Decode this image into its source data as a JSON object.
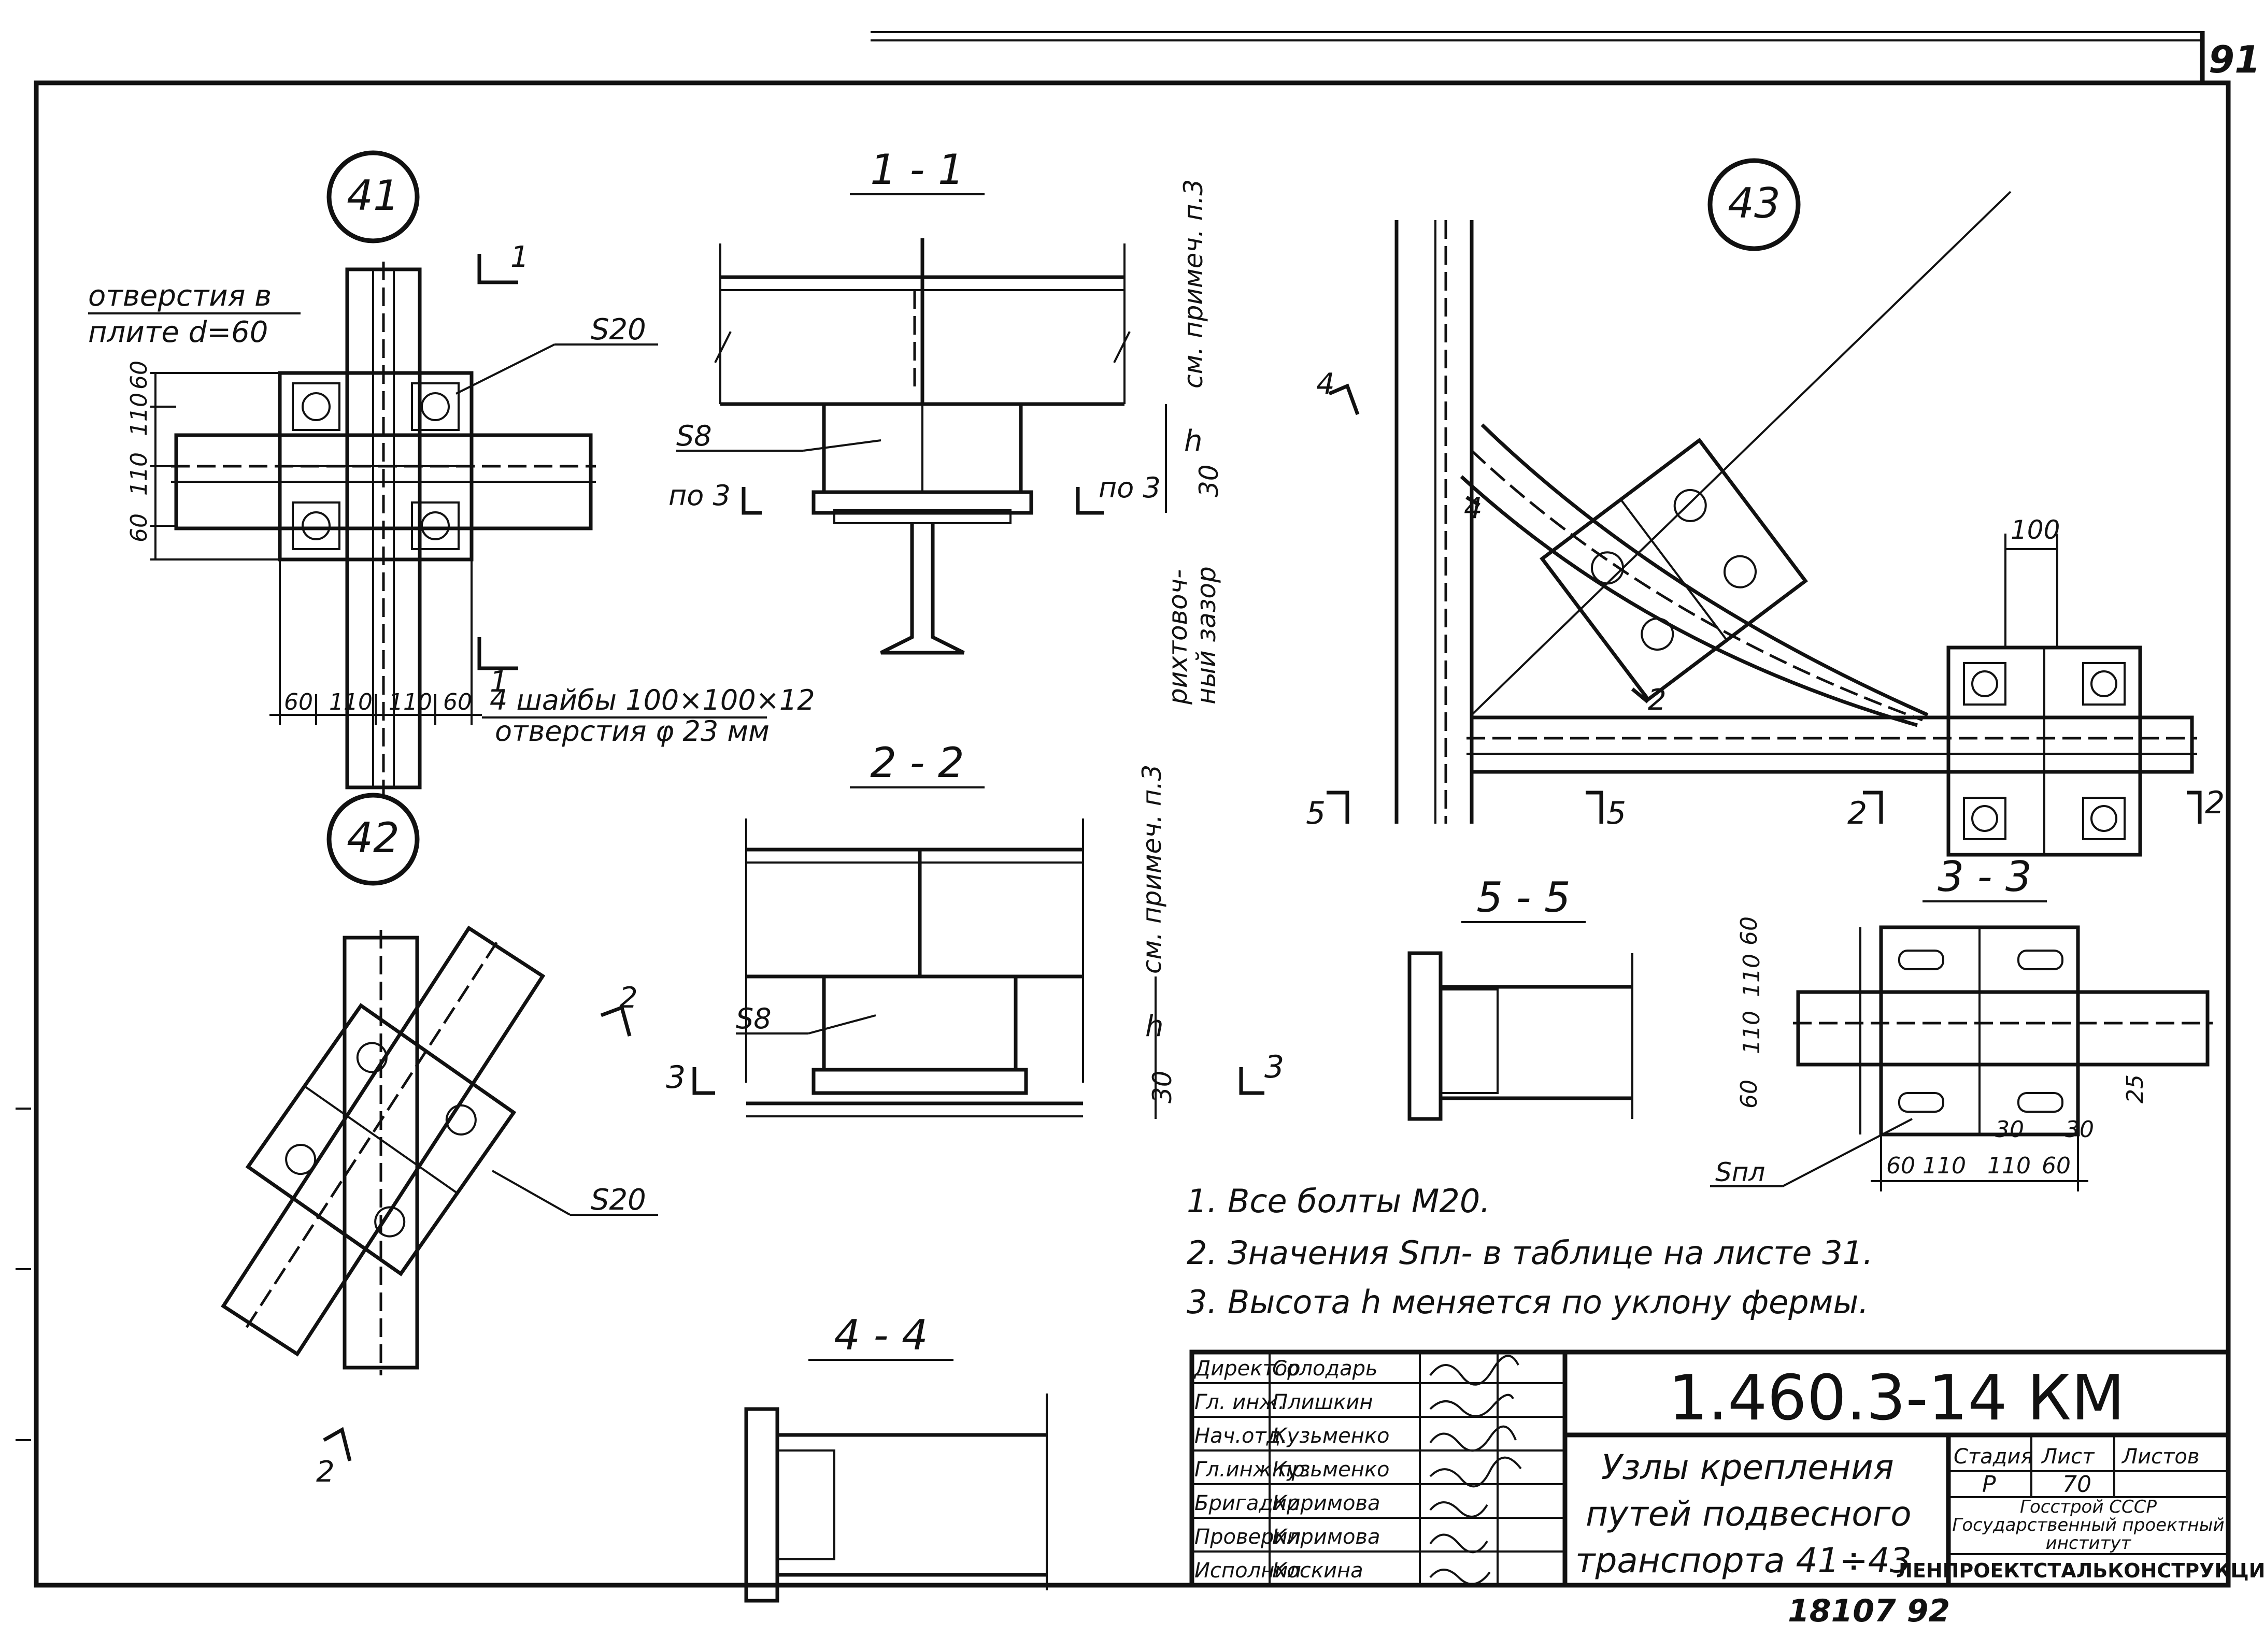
{
  "sheet": {
    "corner_number": "91",
    "bottom_stamp": "18107   92"
  },
  "title_block": {
    "doc_number": "1.460.3-14 КМ",
    "title_lines": [
      "Узлы крепления",
      "путей подвесного",
      "транспорта 41÷43"
    ],
    "stage_label": "Стадия",
    "sheet_label": "Лист",
    "sheets_label": "Листов",
    "stage_value": "Р",
    "sheet_value": "70",
    "org_lines": [
      "Госстрой СССР",
      "Государственный проектный",
      "институт"
    ],
    "org_name": "ЛЕНПРОЕКТСТАЛЬКОНСТРУКЦИЯ",
    "signatures": [
      {
        "role": "Директор",
        "name": "Солодарь"
      },
      {
        "role": "Гл. инж.",
        "name": "Плишкин"
      },
      {
        "role": "Нач.отд.",
        "name": "Кузьменко"
      },
      {
        "role": "Гл.инж.пр.",
        "name": "Кузьменко"
      },
      {
        "role": "Бригадир",
        "name": "Киримова"
      },
      {
        "role": "Проверил",
        "name": "Киримова"
      },
      {
        "role": "Исполнил",
        "name": "Коскина"
      }
    ]
  },
  "notes": [
    "1. Все болты М20.",
    "2. Значения Sпл- в таблице на листе 31.",
    "3. Высота h меняется по уклону фермы."
  ],
  "node41": {
    "marker": "41",
    "holes_note_1": "отверстия в",
    "holes_note_2": "плите d=60",
    "s_label": "S20",
    "section_mark": "1",
    "dims_vertical": [
      "60",
      "110",
      "110",
      "60"
    ],
    "dims_horizontal": [
      "60",
      "110",
      "110",
      "60"
    ],
    "washers_1": "4 шайбы 100×100×12",
    "washers_2": "отверстия φ 23 мм"
  },
  "node42": {
    "marker": "42",
    "s_label": "S20",
    "section_mark": "2"
  },
  "node43": {
    "marker": "43",
    "dim_100": "100",
    "marks": [
      "4",
      "4",
      "5",
      "5",
      "2",
      "2",
      "2"
    ]
  },
  "section11": {
    "title": "1 - 1",
    "s8": "S8",
    "po3_left": "по 3",
    "po3_right": "по 3",
    "note_v": "см. примеч. п.3",
    "h": "h",
    "dim30": "30",
    "gap_1": "рихтовоч-",
    "gap_2": "ный зазор"
  },
  "section22": {
    "title": "2 - 2",
    "s8": "S8",
    "note_v": "см. примеч. п.3",
    "h": "h",
    "dim30": "30",
    "mark3_left": "3",
    "mark3_right": "3"
  },
  "section33": {
    "title": "3 - 3",
    "dims_vertical": [
      "60",
      "110",
      "110",
      "60"
    ],
    "dims_horizontal": [
      "60",
      "110",
      "110",
      "60"
    ],
    "dim30a": "30",
    "dim30b": "30",
    "dim25": "25",
    "s_label": "Sпл"
  },
  "section44": {
    "title": "4 - 4"
  },
  "section55": {
    "title": "5 - 5"
  }
}
